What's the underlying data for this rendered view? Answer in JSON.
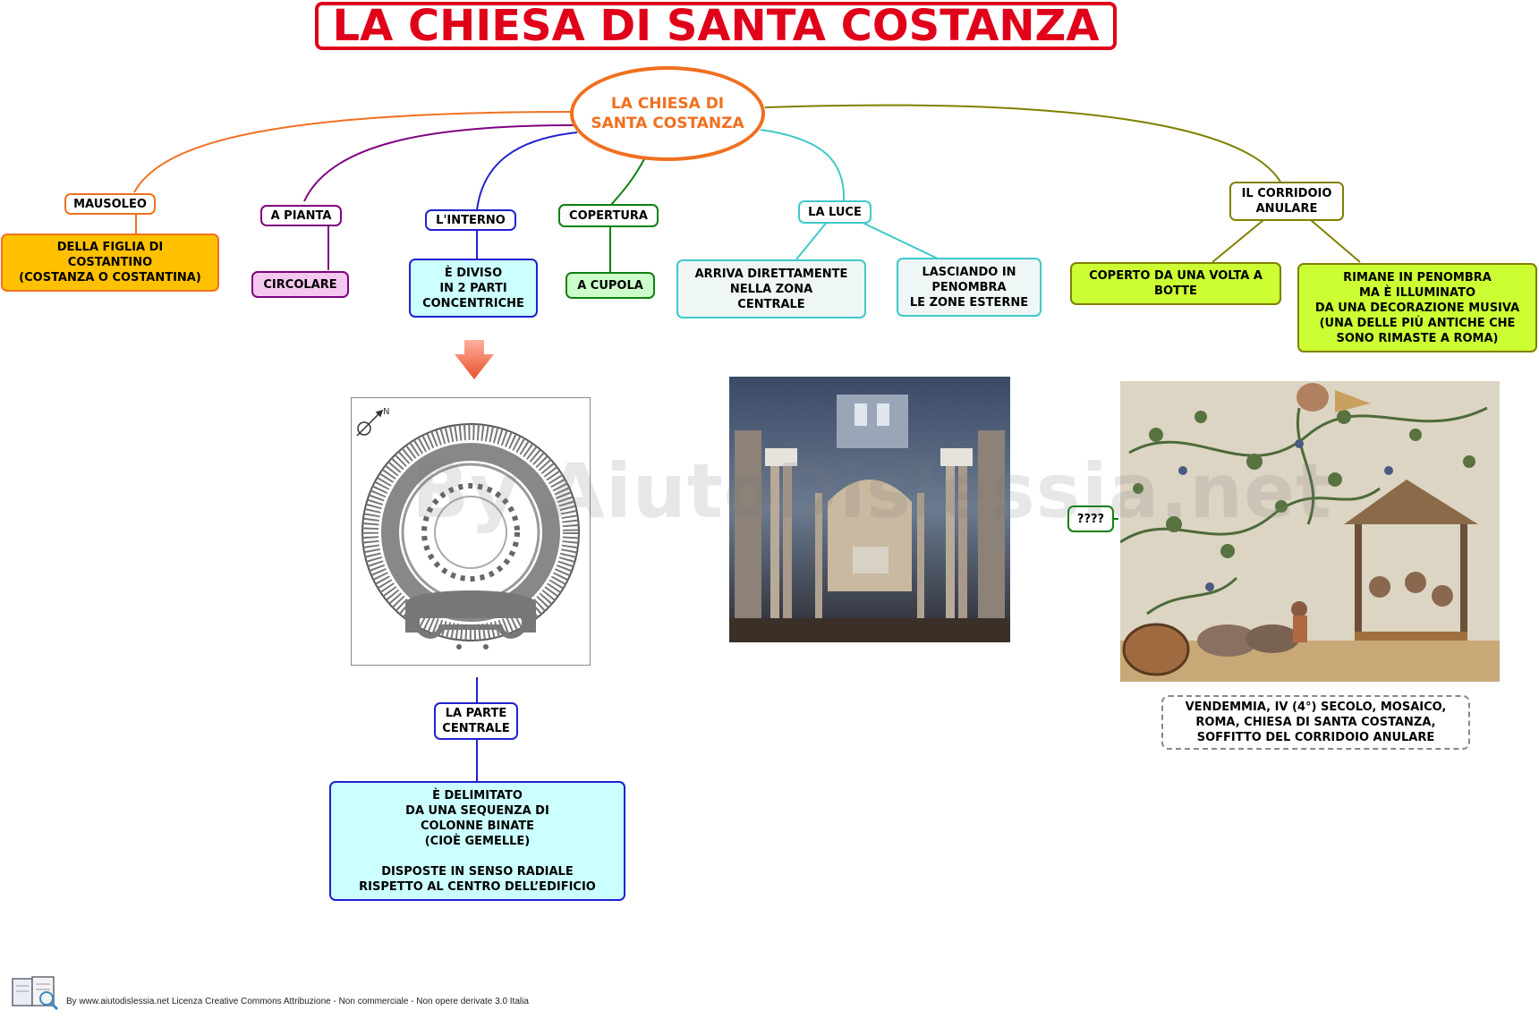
{
  "title": "LA CHIESA DI SANTA COSTANZA",
  "center": "LA CHIESA DI\nSANTA COSTANZA",
  "branches": {
    "mausoleo": {
      "label": "MAUSOLEO",
      "detail": "DELLA FIGLIA DI\nCOSTANTINO\n(COSTANZA O COSTANTINA)"
    },
    "pianta": {
      "label": "A PIANTA",
      "detail": "CIRCOLARE"
    },
    "interno": {
      "label": "L'INTERNO",
      "detail": "È DIVISO\nIN 2 PARTI\nCONCENTRICHE"
    },
    "copertura": {
      "label": "COPERTURA",
      "detail": "A CUPOLA"
    },
    "luce": {
      "label": "LA LUCE",
      "detail_a": "ARRIVA DIRETTAMENTE\nNELLA ZONA\nCENTRALE",
      "detail_b": "LASCIANDO IN\nPENOMBRA\nLE ZONE ESTERNE"
    },
    "corridoio": {
      "label": "IL CORRIDOIO\nANULARE",
      "detail_a": "COPERTO DA UNA VOLTA A\nBOTTE",
      "detail_b": "RIMANE IN PENOMBRA\nMA È ILLUMINATO\nDA UNA DECORAZIONE MUSIVA\n(UNA DELLE PIÙ ANTICHE CHE\nSONO RIMASTE A ROMA)"
    }
  },
  "parte_centrale": {
    "label": "LA PARTE\nCENTRALE",
    "detail": "È DELIMITATO\nDA UNA SEQUENZA DI\nCOLONNE BINATE\n(CIOÈ GEMELLE)\n\nDISPOSTE IN SENSO RADIALE\nRISPETTO  AL  CENTRO  DELL’EDIFICIO"
  },
  "question": "????",
  "caption": "VENDEMMIA, IV (4°) SECOLO, MOSAICO,\nROMA, CHIESA DI SANTA COSTANZA,\nSOFFITTO DEL CORRIDOIO ANULARE",
  "plan_north": "N",
  "watermark": "By AiutoDislessia.net",
  "footer": "By www.aiutodislessia.net Licenza Creative Commons Attribuzione - Non commerciale - Non opere derivate 3.0 Italia",
  "colors": {
    "title": "#e0001a",
    "center": "#f07020",
    "mausoleo": "#ffc000",
    "pianta": "#f5c8f0",
    "interno": "#ccffff",
    "copertura": "#ccffcc",
    "luce": "#eef6f6",
    "corridoio": "#ccff33"
  }
}
